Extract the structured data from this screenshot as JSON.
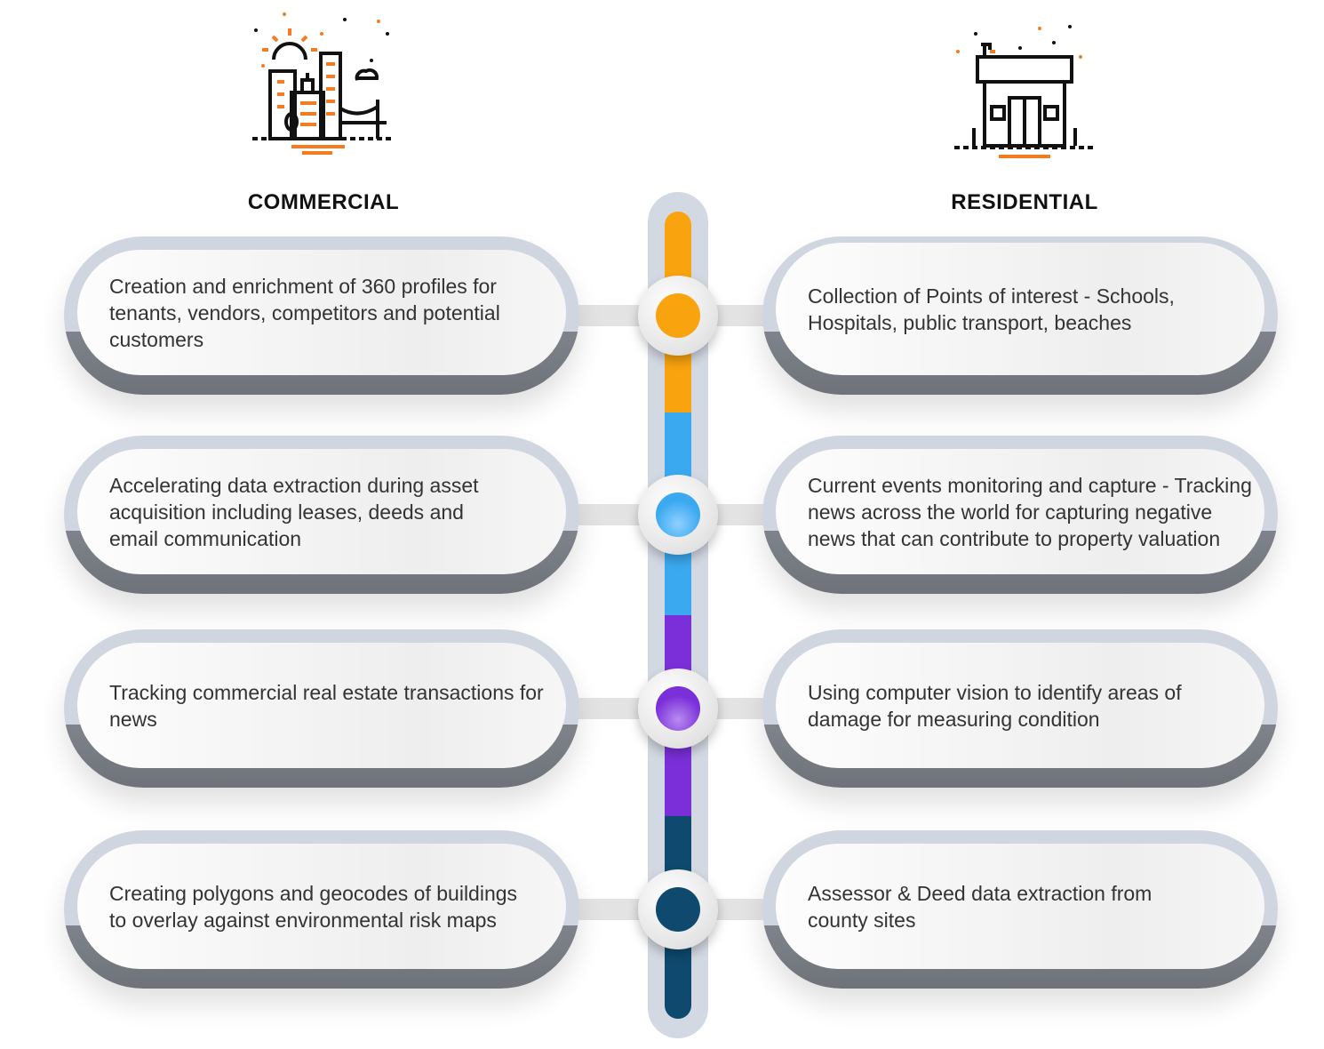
{
  "headings": {
    "left": "COMMERCIAL",
    "right": "RESIDENTIAL"
  },
  "colors": {
    "orange": "#f9a30e",
    "blue": "#3ba9f0",
    "purple": "#7b2fd9",
    "navy": "#0f4a6e",
    "accent_orange": "#f47b20"
  },
  "commercial": [
    "Creation and enrichment of 360 profiles for tenants, vendors, competitors and potential customers",
    "Accelerating data extraction during asset acquisition including leases, deeds and email communication",
    "Tracking commercial real estate transactions for news",
    "Creating polygons and geocodes of buildings to overlay against environmental risk maps"
  ],
  "residential": [
    "Collection of Points of interest - Schools, Hospitals, public transport, beaches",
    "Current events monitoring and capture - Tracking news across the world for capturing negative news that can contribute to property valuation",
    "Using computer vision to identify areas of damage for measuring condition",
    "Assessor & Deed data extraction from county sites"
  ]
}
